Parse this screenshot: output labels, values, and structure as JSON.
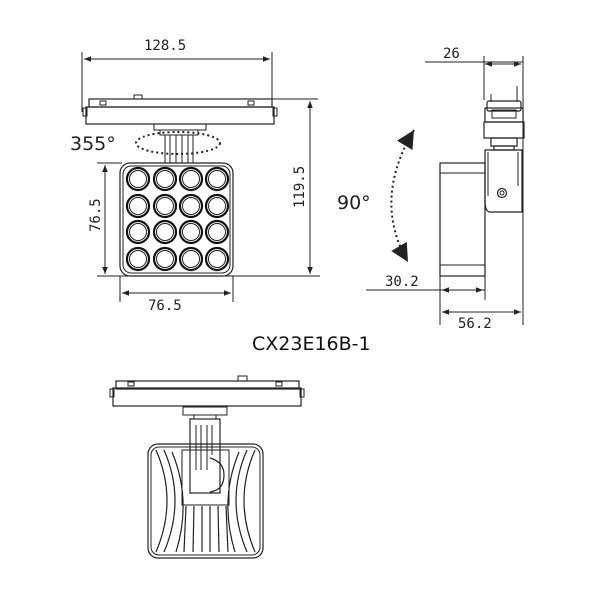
{
  "model": {
    "code": "CX23E16B-1"
  },
  "front_view": {
    "dimensions": {
      "overall_width": "128.5",
      "overall_height": "119.5",
      "head_height": "76.5",
      "head_width": "76.5"
    },
    "rotation_label": "355°",
    "led_grid": {
      "rows": 4,
      "cols": 4
    }
  },
  "side_view": {
    "dimensions": {
      "adapter_width": "26",
      "head_depth": "30.2",
      "overall_depth": "56.2"
    },
    "tilt_label": "90°"
  },
  "rear_view": {
    "label": ""
  }
}
